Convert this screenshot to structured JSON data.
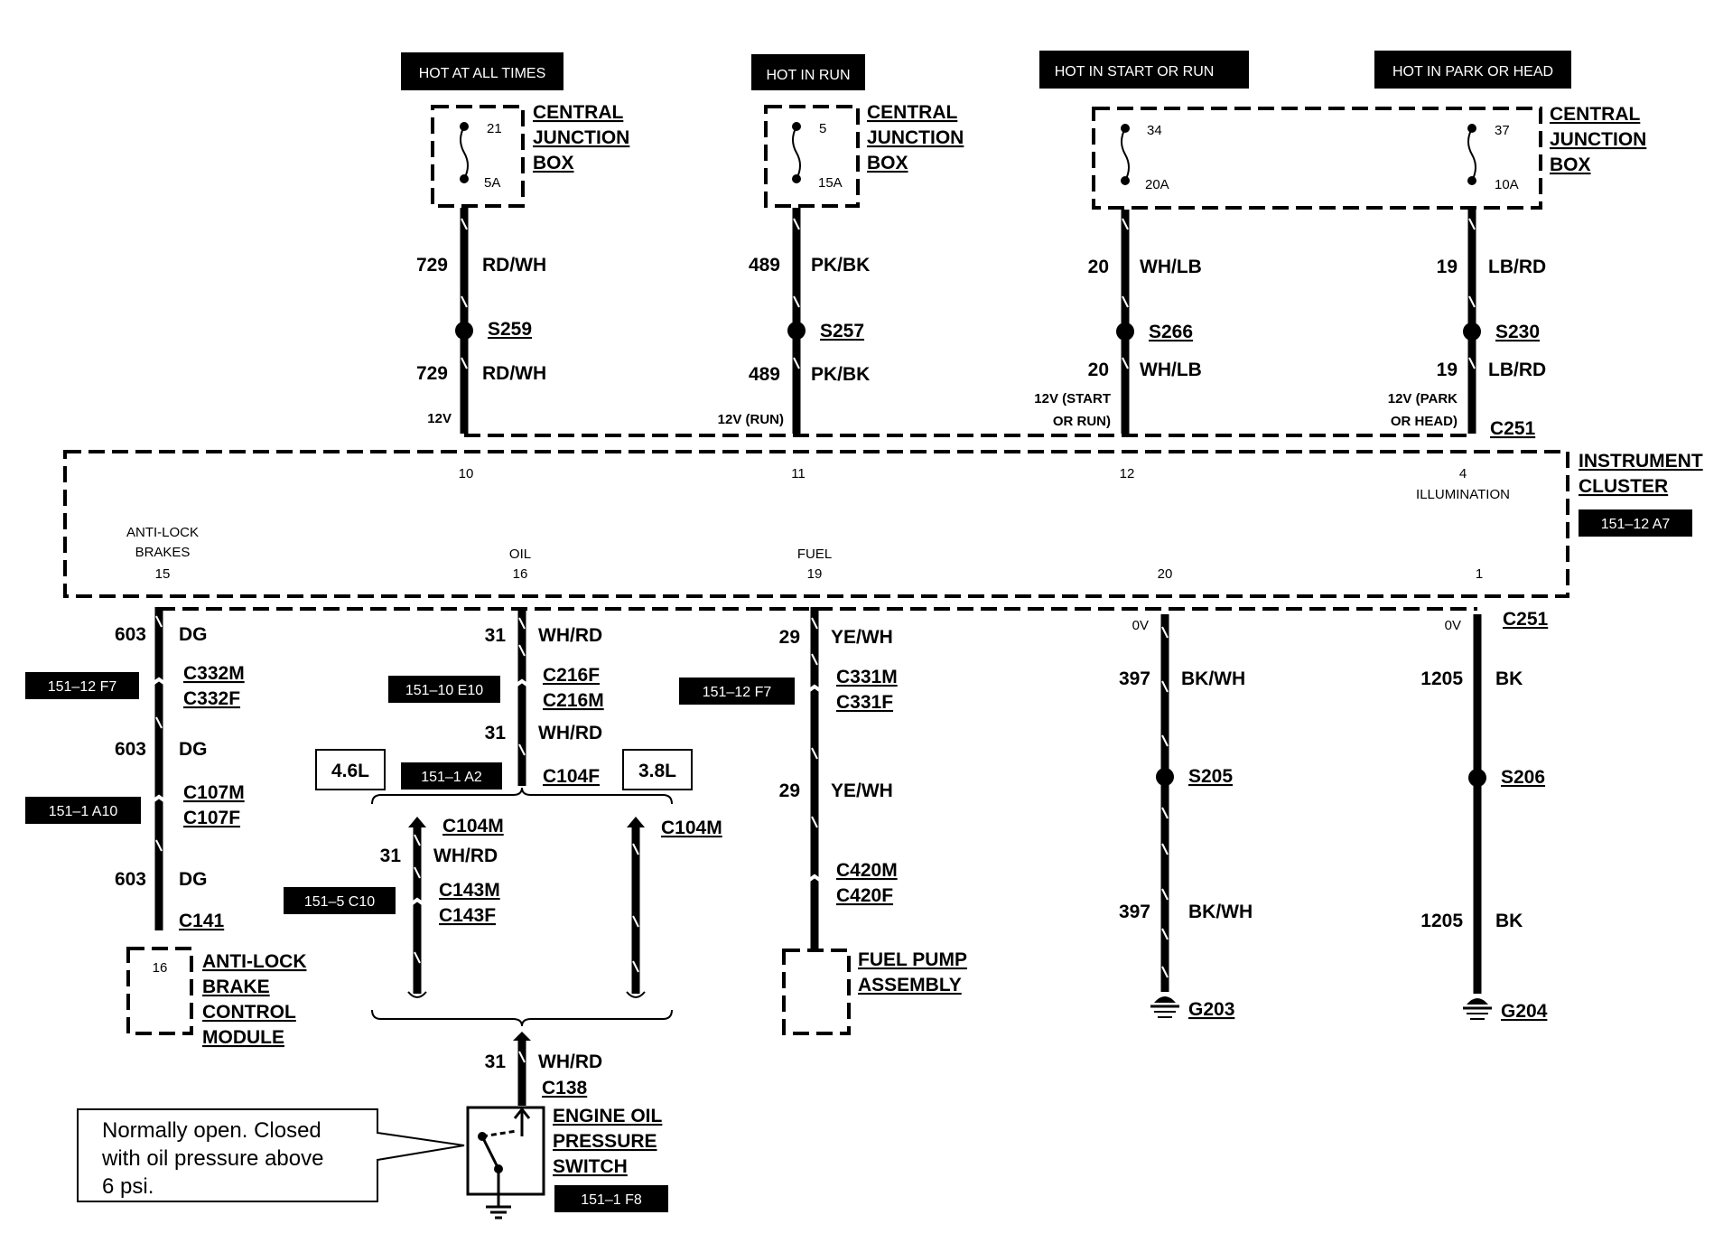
{
  "power_headers": [
    "HOT AT ALL TIMES",
    "HOT IN RUN",
    "HOT IN START OR RUN",
    "HOT IN PARK OR HEAD"
  ],
  "cjb_label": [
    "CENTRAL",
    "JUNCTION",
    "BOX"
  ],
  "fuses": [
    {
      "num": "21",
      "amp": "5A"
    },
    {
      "num": "5",
      "amp": "15A"
    },
    {
      "num": "34",
      "amp": "20A"
    },
    {
      "num": "37",
      "amp": "10A"
    }
  ],
  "top_circuits": [
    {
      "circuit": "729",
      "color": "RD/WH",
      "splice": "S259",
      "voltage": "12V",
      "pin": "10"
    },
    {
      "circuit": "489",
      "color": "PK/BK",
      "splice": "S257",
      "voltage": "12V (RUN)",
      "pin": "11"
    },
    {
      "circuit": "20",
      "color": "WH/LB",
      "splice": "S266",
      "voltage_l1": "12V (START",
      "voltage_l2": "OR RUN)",
      "pin": "12"
    },
    {
      "circuit": "19",
      "color": "LB/RD",
      "splice": "S230",
      "voltage_l1": "12V (PARK",
      "voltage_l2": "OR HEAD)",
      "pin": "4"
    }
  ],
  "c251_top": "C251",
  "cluster": {
    "name_l1": "INSTRUMENT",
    "name_l2": "CLUSTER",
    "ref": "151–12 A7",
    "illumination": "ILLUMINATION",
    "abs_l1": "ANTI-LOCK",
    "abs_l2": "BRAKES",
    "oil": "OIL",
    "fuel": "FUEL",
    "pins_bottom": [
      "15",
      "16",
      "19",
      "20",
      "1"
    ]
  },
  "abs": {
    "circuit": "603",
    "color": "DG",
    "c1m": "C332M",
    "c1f": "C332F",
    "ref1": "151–12 F7",
    "c2m": "C107M",
    "c2f": "C107F",
    "ref2": "151–1 A10",
    "conn": "C141",
    "pin": "16",
    "name": [
      "ANTI-LOCK",
      "BRAKE",
      "CONTROL",
      "MODULE"
    ]
  },
  "oil": {
    "circuit": "31",
    "color": "WH/RD",
    "c1f": "C216F",
    "c1m": "C216M",
    "ref1": "151–10 E10",
    "c2": "C104F",
    "ref2": "151–1 A2",
    "eng1": "4.6L",
    "eng2": "3.8L",
    "c104m": "C104M",
    "c3m": "C143M",
    "c3f": "C143F",
    "ref3": "151–5 C10",
    "c138": "C138",
    "switch_name": [
      "ENGINE OIL",
      "PRESSURE",
      "SWITCH"
    ],
    "switch_ref": "151–1 F8",
    "note": [
      "Normally open. Closed",
      "with oil pressure above",
      "6 psi."
    ]
  },
  "fuel": {
    "circuit": "29",
    "color": "YE/WH",
    "c1m": "C331M",
    "c1f": "C331F",
    "ref1": "151–12 F7",
    "c2m": "C420M",
    "c2f": "C420F",
    "name": [
      "FUEL PUMP",
      "ASSEMBLY"
    ]
  },
  "ground1": {
    "circuit": "397",
    "color": "BK/WH",
    "splice": "S205",
    "ground": "G203",
    "voltage": "0V"
  },
  "ground2": {
    "circuit": "1205",
    "color": "BK",
    "splice": "S206",
    "ground": "G204",
    "voltage": "0V",
    "conn": "C251"
  }
}
